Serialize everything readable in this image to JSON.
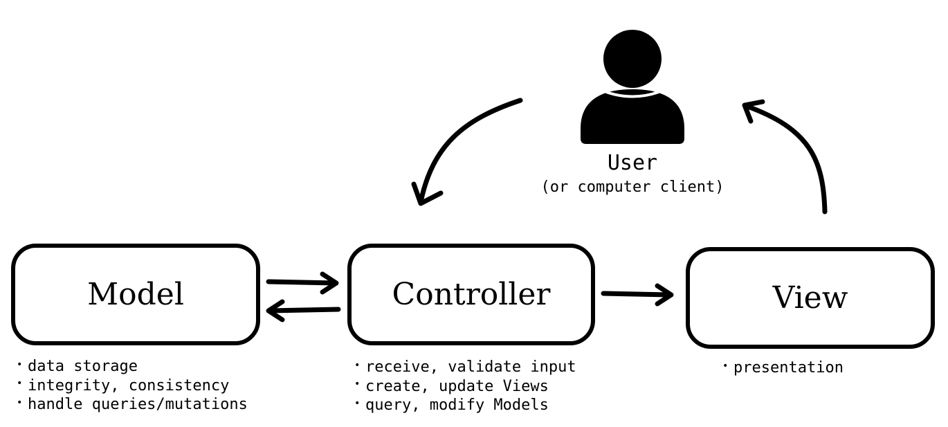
{
  "user": {
    "label": "User",
    "sublabel": "(or computer client)",
    "icon": "person-icon"
  },
  "components": {
    "model": {
      "title": "Model",
      "responsibilities": [
        "data storage",
        "integrity, consistency",
        "handle queries/mutations"
      ]
    },
    "controller": {
      "title": "Controller",
      "responsibilities": [
        "receive, validate input",
        "create, update Views",
        "query, modify Models"
      ]
    },
    "view": {
      "title": "View",
      "responsibilities": [
        "presentation"
      ]
    }
  },
  "colors": {
    "stroke": "#000000",
    "background": "#ffffff"
  }
}
